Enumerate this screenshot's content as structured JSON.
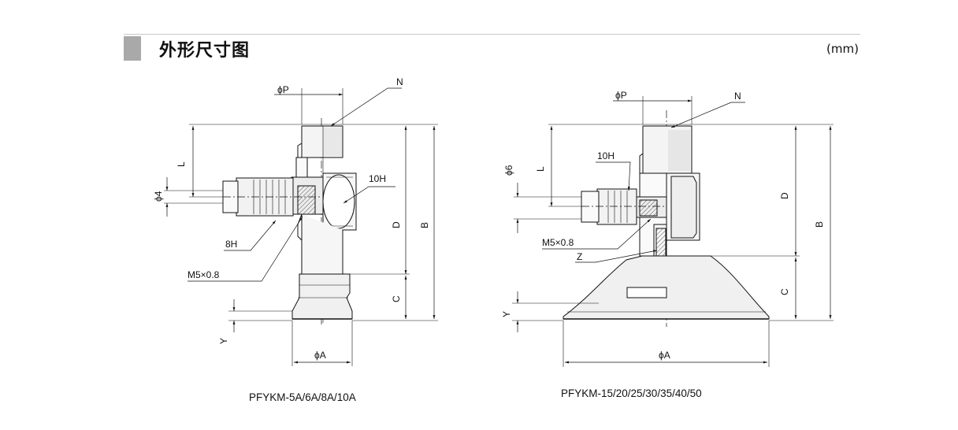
{
  "header": {
    "title": "外形尺寸图",
    "unit": "(mm)"
  },
  "drawings": {
    "left": {
      "caption": "PFYKM-5A/6A/8A/10A",
      "labels": {
        "phi_p": "ϕP",
        "n": "N",
        "l": "L",
        "phi_4": "ϕ4",
        "hex_10h": "10H",
        "hex_8h": "8H",
        "thread": "M5×0.8",
        "d": "D",
        "b": "B",
        "c": "C",
        "y": "Y",
        "phi_a": "ϕA"
      }
    },
    "right": {
      "caption": "PFYKM-15/20/25/30/35/40/50",
      "labels": {
        "phi_p": "ϕP",
        "n": "N",
        "phi_6": "ϕ6",
        "l": "L",
        "hex_10h": "10H",
        "thread": "M5×0.8",
        "z": "Z",
        "d": "D",
        "b": "B",
        "c": "C",
        "y": "Y",
        "phi_a": "ϕA"
      }
    }
  }
}
